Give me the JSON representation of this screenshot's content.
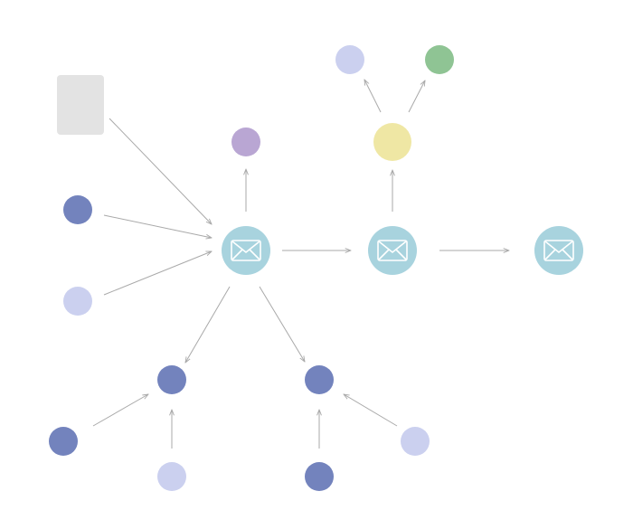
{
  "diagram": {
    "colors": {
      "background": "#ffffff",
      "edge": "#a9a9a9",
      "message_node": "#a8d3de",
      "envelope_icon": "#ffffff",
      "document_box": "#e3e3e3",
      "dark_blue": "#7383bd",
      "light_lavender": "#cbd0ef",
      "purple": "#b9a6d3",
      "yellow": "#efe7a4",
      "green": "#8fc494"
    },
    "icons": {
      "message": "envelope-icon"
    },
    "nodes": [
      {
        "id": "doc",
        "kind": "document",
        "color_key": "document_box"
      },
      {
        "id": "in-dark",
        "kind": "dot",
        "color_key": "dark_blue"
      },
      {
        "id": "in-light",
        "kind": "dot",
        "color_key": "light_lavender"
      },
      {
        "id": "msg-1",
        "kind": "message",
        "color_key": "message_node"
      },
      {
        "id": "msg-1-purple",
        "kind": "dot",
        "color_key": "purple"
      },
      {
        "id": "msg-2",
        "kind": "message",
        "color_key": "message_node"
      },
      {
        "id": "msg-2-yellow",
        "kind": "dot",
        "color_key": "yellow"
      },
      {
        "id": "yellow-lavender",
        "kind": "dot",
        "color_key": "light_lavender"
      },
      {
        "id": "yellow-green",
        "kind": "dot",
        "color_key": "green"
      },
      {
        "id": "msg-3",
        "kind": "message",
        "color_key": "message_node"
      },
      {
        "id": "child-left",
        "kind": "dot",
        "color_key": "dark_blue"
      },
      {
        "id": "child-right",
        "kind": "dot",
        "color_key": "dark_blue"
      },
      {
        "id": "left-src-dark",
        "kind": "dot",
        "color_key": "dark_blue"
      },
      {
        "id": "left-src-light",
        "kind": "dot",
        "color_key": "light_lavender"
      },
      {
        "id": "right-src-dark",
        "kind": "dot",
        "color_key": "dark_blue"
      },
      {
        "id": "right-src-light",
        "kind": "dot",
        "color_key": "light_lavender"
      }
    ],
    "edges": [
      {
        "from": "doc",
        "to": "msg-1"
      },
      {
        "from": "in-dark",
        "to": "msg-1"
      },
      {
        "from": "in-light",
        "to": "msg-1"
      },
      {
        "from": "msg-1",
        "to": "msg-1-purple"
      },
      {
        "from": "msg-1",
        "to": "msg-2"
      },
      {
        "from": "msg-2",
        "to": "msg-2-yellow"
      },
      {
        "from": "msg-2-yellow",
        "to": "yellow-lavender"
      },
      {
        "from": "msg-2-yellow",
        "to": "yellow-green"
      },
      {
        "from": "msg-2",
        "to": "msg-3"
      },
      {
        "from": "msg-1",
        "to": "child-left"
      },
      {
        "from": "msg-1",
        "to": "child-right"
      },
      {
        "from": "left-src-dark",
        "to": "child-left"
      },
      {
        "from": "left-src-light",
        "to": "child-left"
      },
      {
        "from": "right-src-dark",
        "to": "child-right"
      },
      {
        "from": "right-src-light",
        "to": "child-right"
      }
    ]
  }
}
